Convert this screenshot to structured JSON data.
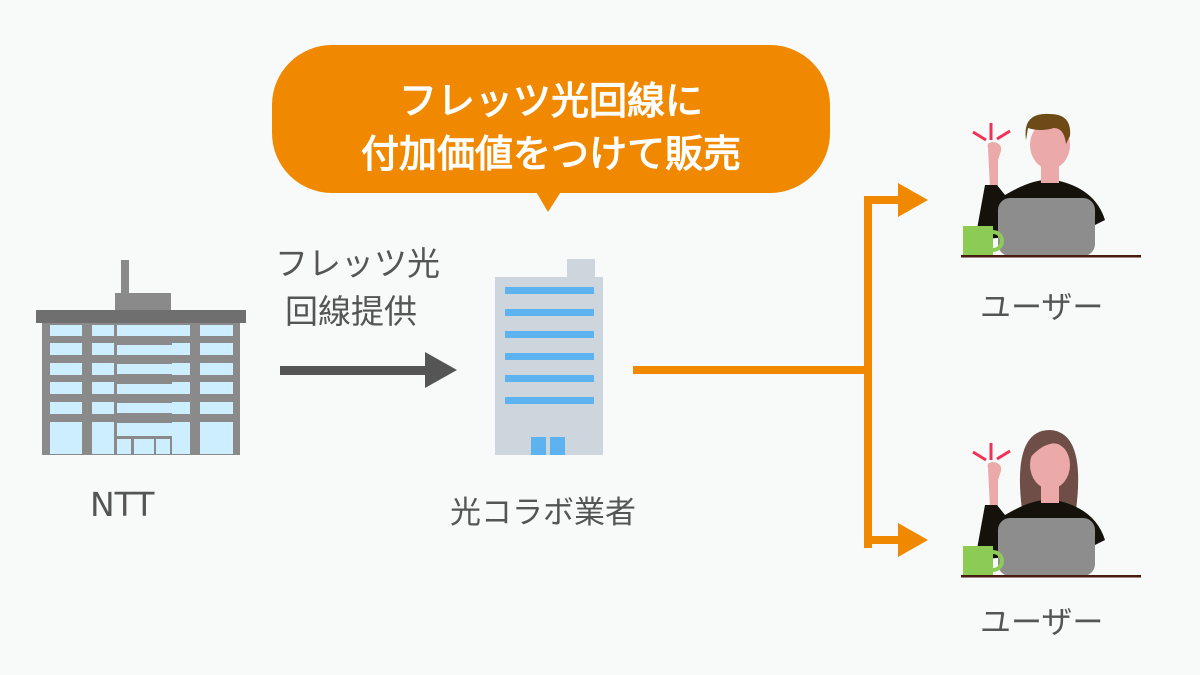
{
  "bubble": {
    "line1": "フレッツ光回線に",
    "line2": "付加価値をつけて販売"
  },
  "flow_label": {
    "line1": "フレッツ光",
    "line2": "回線提供"
  },
  "ntt": {
    "label": "NTT"
  },
  "collabo": {
    "label": "光コラボ業者"
  },
  "users": [
    {
      "label": "ユーザー"
    },
    {
      "label": "ユーザー"
    }
  ],
  "colors": {
    "orange": "#f08800",
    "arrow_gray": "#555555",
    "window_blue": "#cdeeff",
    "stripe_blue": "#5db3f0"
  }
}
